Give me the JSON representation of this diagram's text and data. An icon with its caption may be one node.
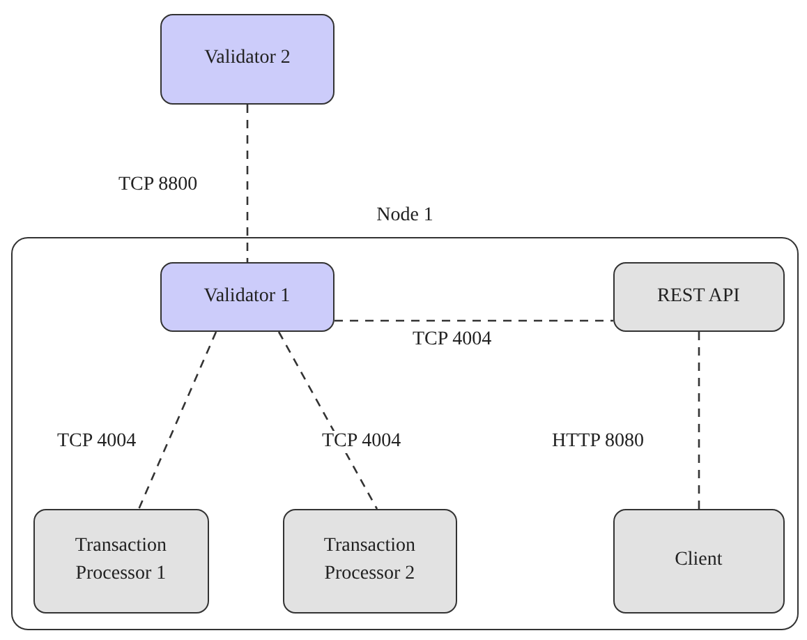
{
  "diagram": {
    "nodes": [
      {
        "text": [
          "Validator 2"
        ]
      },
      {
        "text": [
          "Node 1"
        ]
      },
      {
        "text": [
          "Validator 1"
        ],
        "in": 1
      },
      {
        "text": [
          "REST API"
        ],
        "in": 1
      },
      {
        "text": [
          "Transaction Processor 1"
        ],
        "in": 1
      },
      {
        "text": [
          "Transaction Processor 2"
        ],
        "in": 1
      },
      {
        "text": [
          "Client"
        ],
        "in": 1
      }
    ],
    "edges": [
      {
        "from": 0,
        "to": 2,
        "arrow": "none",
        "label": "TCP 8800",
        "style": "dashed"
      },
      {
        "from": 2,
        "to": 3,
        "arrow": "none",
        "label": "TCP 4004",
        "style": "dashed"
      },
      {
        "from": 2,
        "to": 4,
        "arrow": "none",
        "label": "TCP 4004",
        "style": "dashed"
      },
      {
        "from": 2,
        "to": 5,
        "arrow": "none",
        "label": "TCP 4004",
        "style": "dashed"
      },
      {
        "from": 3,
        "to": 6,
        "arrow": "none",
        "label": "HTTP 8080",
        "style": "dashed"
      }
    ]
  }
}
